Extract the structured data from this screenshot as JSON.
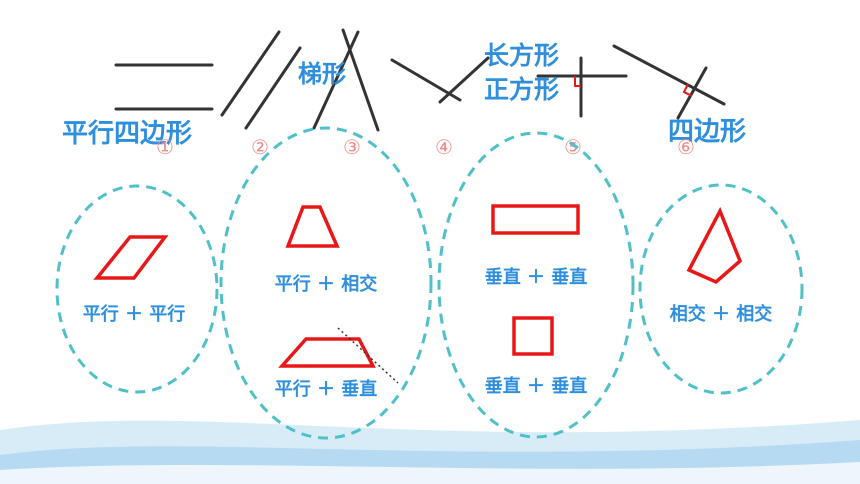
{
  "colors": {
    "blue_text": "#2f8fdc",
    "red": "#e81818",
    "line": "#333333",
    "dash": "#4fc0c8",
    "wave_light": "#d8ecf8",
    "wave_mid": "#a9d3f1"
  },
  "top_labels": {
    "parallelogram": "平行四边形",
    "trapezoid": "梯形",
    "rectangle": "长方形",
    "square": "正方形",
    "quadrilateral": "四边形"
  },
  "numbers": [
    "①",
    "②",
    "③",
    "④",
    "⑤",
    "⑥"
  ],
  "groups": {
    "g1": "平行 ＋ 平行",
    "g2a": "平行 ＋ 相交",
    "g2b": "平行 ＋ 垂直",
    "g3a": "垂直 ＋ 垂直",
    "g3b": "垂直 ＋ 垂直",
    "g4": "相交 ＋ 相交"
  }
}
